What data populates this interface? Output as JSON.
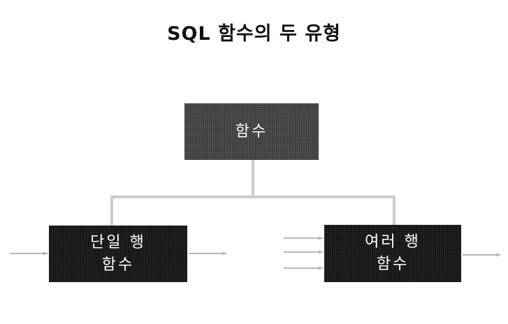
{
  "title": "SQL 함수의 두 유형",
  "nodes": {
    "functions": {
      "label": "함수"
    },
    "single_row": {
      "line1": "단일 행",
      "line2": "함수"
    },
    "multi_row": {
      "line1": "여러 행",
      "line2": "함수"
    }
  },
  "colors": {
    "top_box": "#3c3c3c",
    "bottom_box": "#141414",
    "connector": "#cccccc",
    "arrow": "#b8b8b8"
  }
}
